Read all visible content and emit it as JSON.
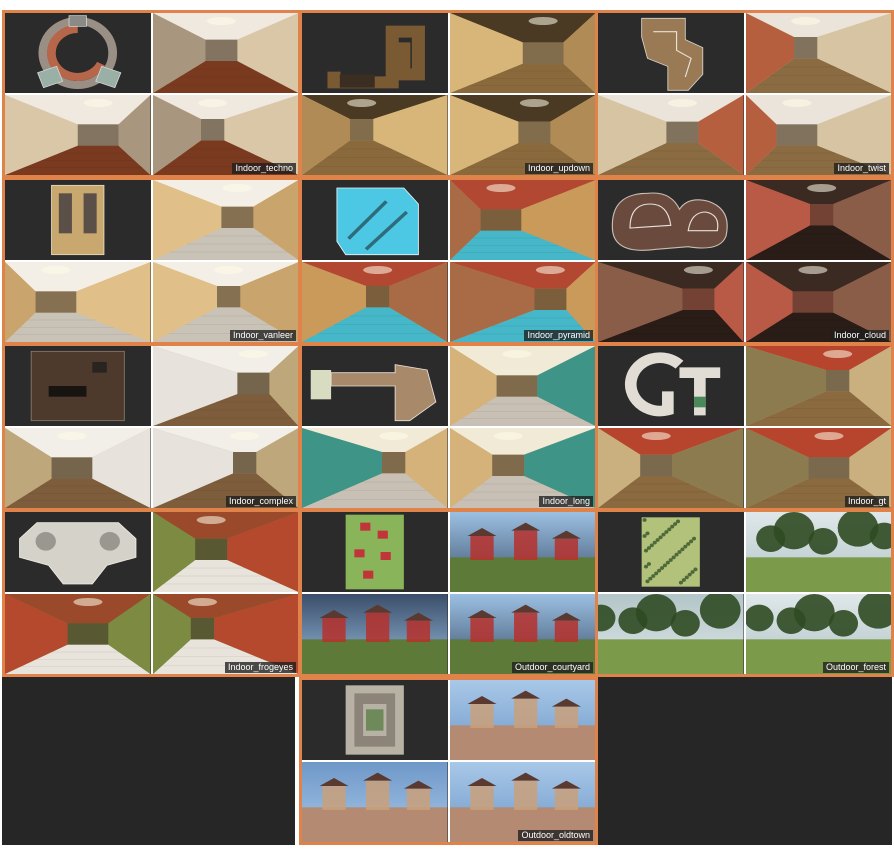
{
  "accent_color": "#e0834a",
  "scenes": [
    {
      "name": "Indoor_techno",
      "kind": "indoor",
      "palette": {
        "wall": "#d9c7a8",
        "wall2": "#a8977e",
        "floor": "#7a3a20",
        "ceil": "#efe9df"
      },
      "map": {
        "shape": "ring",
        "color": "#b8664a"
      }
    },
    {
      "name": "Indoor_updown",
      "kind": "indoor",
      "palette": {
        "wall": "#d8b67a",
        "wall2": "#b08b55",
        "floor": "#8a6a3c",
        "ceil": "#4a3a24"
      },
      "map": {
        "shape": "corridor-s",
        "color": "#7a5a32"
      }
    },
    {
      "name": "Indoor_twist",
      "kind": "indoor",
      "palette": {
        "wall": "#d7c4a2",
        "wall2": "#b55f3f",
        "floor": "#8a6b42",
        "ceil": "#eae4da"
      },
      "map": {
        "shape": "zigzag",
        "color": "#9a7a55"
      }
    },
    {
      "name": "Indoor_vanleer",
      "kind": "indoor",
      "palette": {
        "wall": "#e0c088",
        "wall2": "#c9a56d",
        "floor": "#c9c2b6",
        "ceil": "#f4efe6"
      },
      "map": {
        "shape": "rect-twin",
        "color": "#c9a870"
      }
    },
    {
      "name": "Indoor_pyramid",
      "kind": "indoor",
      "palette": {
        "wall": "#c99a5a",
        "wall2": "#a86b45",
        "floor": "#45b7c8",
        "ceil": "#b24832"
      },
      "map": {
        "shape": "diagonal",
        "color": "#4cc7e4"
      }
    },
    {
      "name": "Indoor_cloud",
      "kind": "indoor",
      "palette": {
        "wall": "#b95a46",
        "wall2": "#8a5d48",
        "floor": "#2a1c16",
        "ceil": "#3a2a22"
      },
      "map": {
        "shape": "cloud",
        "color": "#6a4a3c"
      }
    },
    {
      "name": "Indoor_complex",
      "kind": "indoor",
      "palette": {
        "wall": "#bfa77c",
        "wall2": "#e7e3dc",
        "floor": "#7d5d3b",
        "ceil": "#f2efe9"
      },
      "map": {
        "shape": "rect-dark",
        "color": "#4e3a2c"
      }
    },
    {
      "name": "Indoor_long",
      "kind": "indoor",
      "palette": {
        "wall": "#d4b27a",
        "wall2": "#3f9488",
        "floor": "#c8c0b4",
        "ceil": "#f0ead6"
      },
      "map": {
        "shape": "long",
        "color": "#a88a6a"
      }
    },
    {
      "name": "Indoor_gt",
      "kind": "indoor",
      "palette": {
        "wall": "#c9b07e",
        "wall2": "#8c7b4f",
        "floor": "#8a6a3e",
        "ceil": "#b7442c"
      },
      "map": {
        "shape": "gt",
        "color": "#e2ddd4"
      }
    },
    {
      "name": "Indoor_frogeyes",
      "kind": "indoor",
      "palette": {
        "wall": "#7d8a42",
        "wall2": "#b5492e",
        "floor": "#e8e4dc",
        "ceil": "#9a4a2a"
      },
      "map": {
        "shape": "frogeyes",
        "color": "#d5d2ca"
      }
    },
    {
      "name": "Outdoor_courtyard",
      "kind": "outdoor",
      "palette": {
        "sky": "#9cc0e2",
        "sky2": "#3a4e6a",
        "ground": "#5d7a38",
        "house": "#b7302c"
      },
      "map": {
        "shape": "courtyard",
        "color": "#8ab45a"
      }
    },
    {
      "name": "Outdoor_forest",
      "kind": "outdoor",
      "palette": {
        "sky": "#dfe7e9",
        "sky2": "#b3c5c8",
        "ground": "#7b9a4a",
        "house": "#2f4a22"
      },
      "map": {
        "shape": "forest",
        "color": "#b3c27a"
      }
    },
    {
      "name": "Outdoor_oldtown",
      "kind": "outdoor",
      "palette": {
        "sky": "#a8c8e8",
        "sky2": "#6f98c8",
        "ground": "#b58a72",
        "house": "#c9a07a"
      },
      "map": {
        "shape": "oldtown",
        "color": "#a09a8e"
      }
    }
  ]
}
